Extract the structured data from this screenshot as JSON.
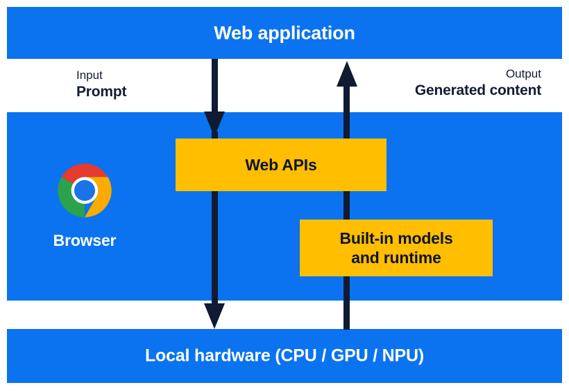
{
  "diagram": {
    "bands": {
      "top": {
        "label": "Web application",
        "color": "#0b73ef"
      },
      "middle": {
        "color": "#0b73ef"
      },
      "bottom": {
        "label": "Local hardware (CPU / GPU / NPU)",
        "color": "#0b73ef"
      }
    },
    "arrows": [
      {
        "name": "input-arrow",
        "direction": "down",
        "kind": "Input",
        "value": "Prompt",
        "color": "#111a33"
      },
      {
        "name": "output-arrow",
        "direction": "up",
        "kind": "Output",
        "value": "Generated content",
        "color": "#111a33"
      }
    ],
    "boxes": [
      {
        "name": "web-apis",
        "label": "Web APIs",
        "color": "#FFBE00"
      },
      {
        "name": "builtin-models",
        "line1": "Built-in models",
        "line2": "and runtime",
        "color": "#FFBE00"
      }
    ],
    "browser": {
      "label": "Browser",
      "logo": "chrome-logo",
      "colors": {
        "red": "#E63B2E",
        "yellow": "#F9AB00",
        "green": "#2BA24C",
        "blue": "#1A73E8",
        "ring": "#FFFFFF"
      }
    }
  }
}
